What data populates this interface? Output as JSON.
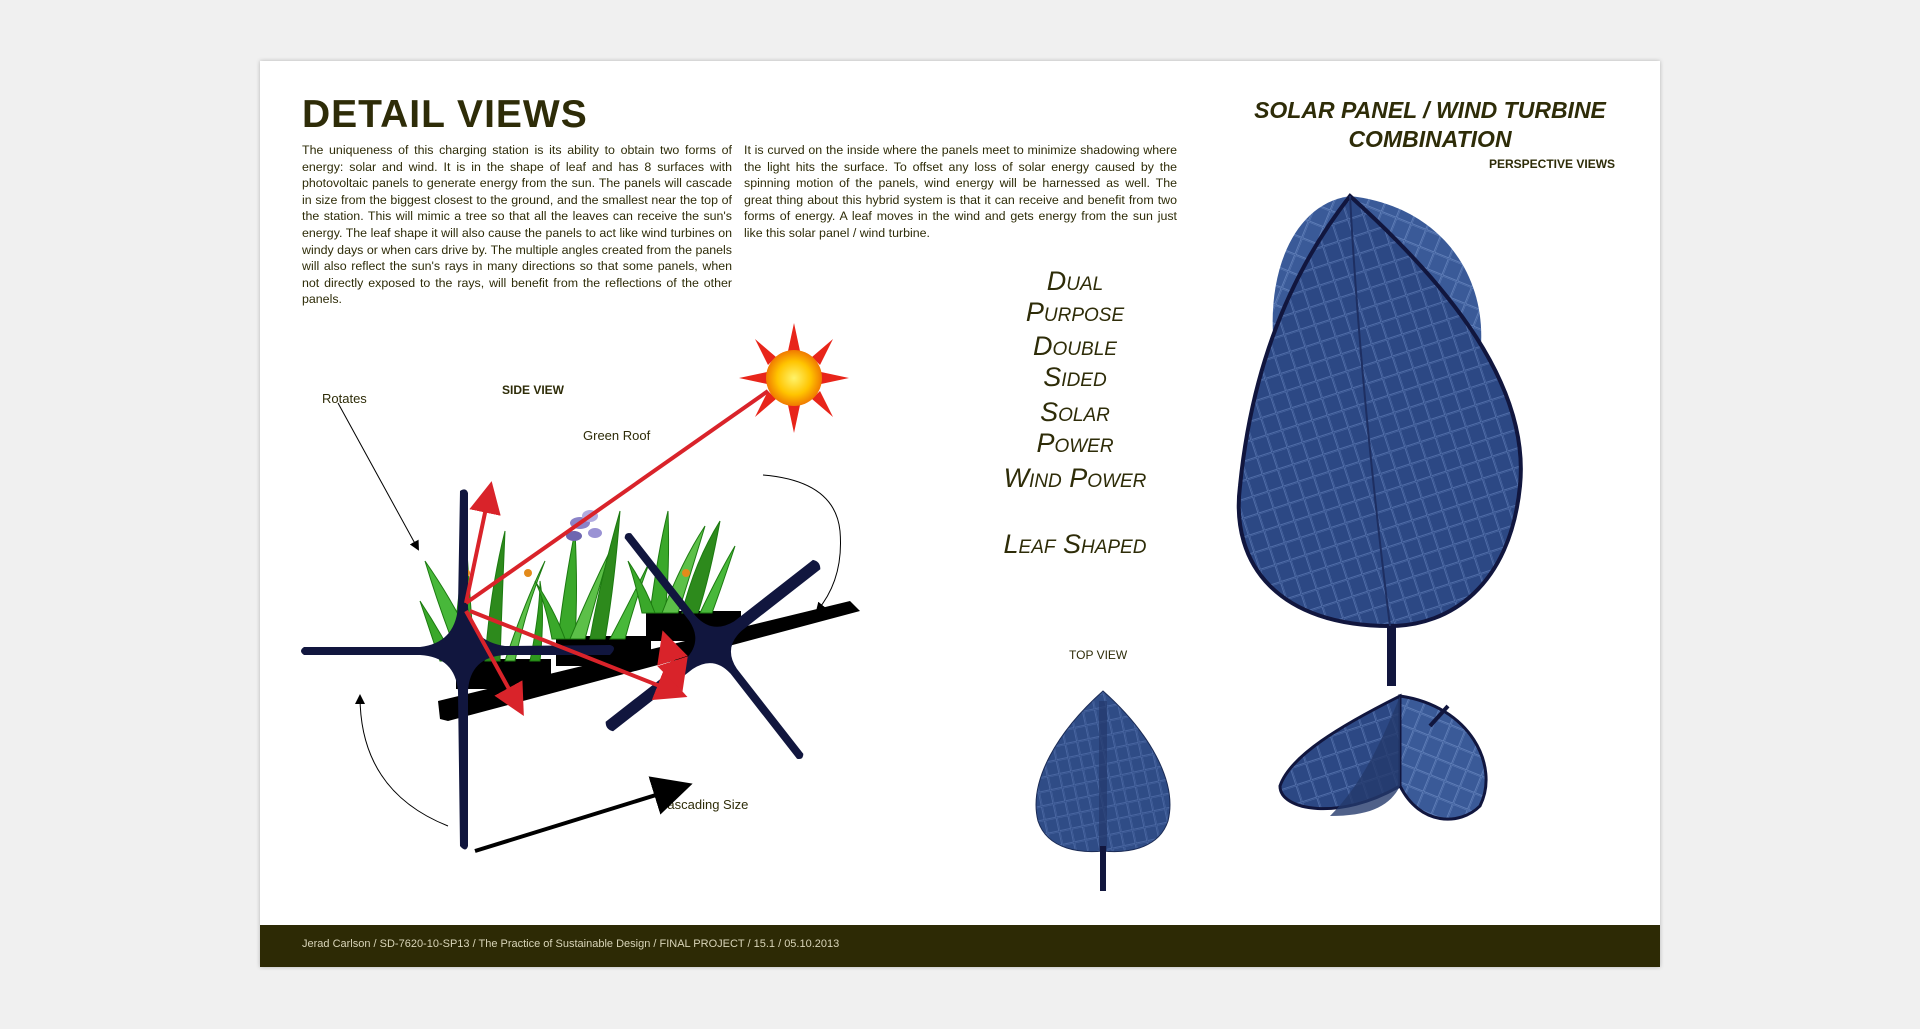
{
  "page": {
    "title": "DETAIL VIEWS",
    "paragraph_1": "The uniqueness of this charging station is its ability to obtain two forms of energy: solar and wind.  It is in the shape of leaf and has 8 surfaces with photovoltaic panels to generate energy from the sun.  The panels will cascade in size from the biggest closest to the ground, and the smallest near the top of the station.  This will mimic a tree so that all the leaves can receive the sun's energy. The leaf shape it will also cause the panels to act like wind turbines on windy days or when cars drive by. The multiple angles created from the panels will also reflect the sun's rays in many directions so that some panels, when not directly exposed to the rays, will benefit from the reflections of the other panels.",
    "paragraph_2": "It is curved on the inside where the panels meet to minimize shadowing where the light hits the surface. To offset any loss of solar energy caused by the spinning motion of the panels, wind energy will be harnessed as well. The great thing about this hybrid system is that it can receive and benefit from two forms of energy. A leaf moves in the wind and gets energy from the sun just like this solar panel / wind turbine."
  },
  "features": [
    "Dual Purpose",
    "Double Sided",
    "Solar Power",
    "Wind Power",
    "Leaf Shaped"
  ],
  "diagram": {
    "side_view_label": "SIDE VIEW",
    "rotates_top": "Rotates",
    "green_roof": "Green Roof",
    "cascading_size": "Cascading Size"
  },
  "right_panel": {
    "combo_title_line1": "SOLAR PANEL / WIND TURBINE",
    "combo_title_line2": "COMBINATION",
    "perspective_label": "PERSPECTIVE VIEWS",
    "top_view_label": "TOP VIEW"
  },
  "footer": {
    "text": "Jerad Carlson / SD-7620-10-SP13 / The Practice of Sustainable Design / FINAL PROJECT / 15.1 / 05.10.2013"
  },
  "colors": {
    "title": "#2e2c08",
    "footer_bg": "#2d2a05",
    "panel_blue": "#2e4a86",
    "frame_navy": "#11163e",
    "ray_red": "#d9232a"
  }
}
